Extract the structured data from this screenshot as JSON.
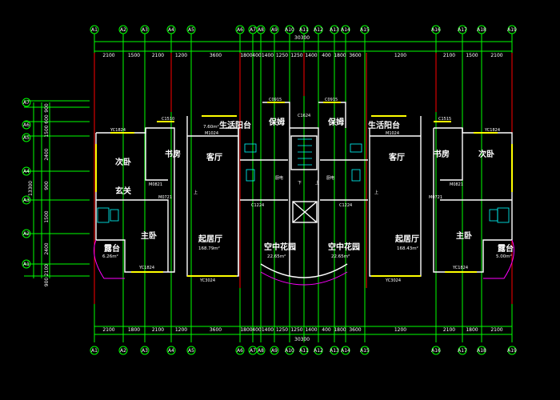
{
  "top_axes": [
    "A1",
    "A2",
    "A3",
    "A4",
    "A5",
    "A6",
    "A7",
    "A8",
    "A9",
    "A10",
    "A11",
    "A12",
    "A13",
    "A14",
    "A15",
    "A16",
    "A17",
    "A18",
    "A19"
  ],
  "bottom_axes": [
    "A1",
    "A2",
    "A3",
    "A4",
    "A5",
    "A6",
    "A7",
    "A8",
    "A9",
    "A10",
    "A11",
    "A12",
    "A13",
    "A14",
    "A15",
    "A16",
    "A17",
    "A18",
    "A19"
  ],
  "left_axes": [
    "A7",
    "A6",
    "A5",
    "A4",
    "A3",
    "A2",
    "A1"
  ],
  "total_top": "30300",
  "total_bottom": "30300",
  "top_dims": [
    "2100",
    "1500",
    "2100",
    "1200",
    "3600",
    "1800",
    "400",
    "1400",
    "1250",
    "1250",
    "1400",
    "400",
    "1800",
    "3600",
    "1200",
    "2100",
    "1500",
    "2100"
  ],
  "bottom_dims": [
    "2100",
    "1800",
    "2100",
    "1200",
    "3600",
    "1800",
    "400",
    "1400",
    "1250",
    "1250",
    "1400",
    "400",
    "1800",
    "3600",
    "1200",
    "2100",
    "1800",
    "2100"
  ],
  "left_dims": [
    "900",
    "600",
    "1500",
    "2400",
    "900",
    "1500",
    "2400",
    "2100",
    "900"
  ],
  "left_total": "13300",
  "rooms": [
    {
      "name": "次卧"
    },
    {
      "name": "书房"
    },
    {
      "name": "客厅"
    },
    {
      "name": "生活阳台"
    },
    {
      "name": "保姆"
    },
    {
      "name": "保姆"
    },
    {
      "name": "生活阳台"
    },
    {
      "name": "客厅"
    },
    {
      "name": "书房"
    },
    {
      "name": "次卧"
    },
    {
      "name": "玄关"
    },
    {
      "name": "主卧"
    },
    {
      "name": "起居厅"
    },
    {
      "name": "空中花园"
    },
    {
      "name": "空中花园"
    },
    {
      "name": "起居厅"
    },
    {
      "name": "主卧"
    },
    {
      "name": "露台"
    },
    {
      "name": "露台"
    },
    {
      "name": "厨电"
    },
    {
      "name": "厨电"
    }
  ],
  "areas": [
    "7.60m²",
    "168.79m²",
    "22.65m²",
    "22.65m²",
    "168.43m²",
    "5.00m²",
    "6.26m²"
  ],
  "tags": [
    "C1510",
    "C1515",
    "C0915",
    "C0915",
    "C1624",
    "YC1824",
    "YC1824",
    "M1024",
    "M1024",
    "YC3024",
    "YC3024",
    "YC1824",
    "YC1824",
    "M0821",
    "M0821",
    "C1224",
    "C1224",
    "M0721",
    "M0721",
    "上",
    "下",
    "上",
    "上"
  ]
}
